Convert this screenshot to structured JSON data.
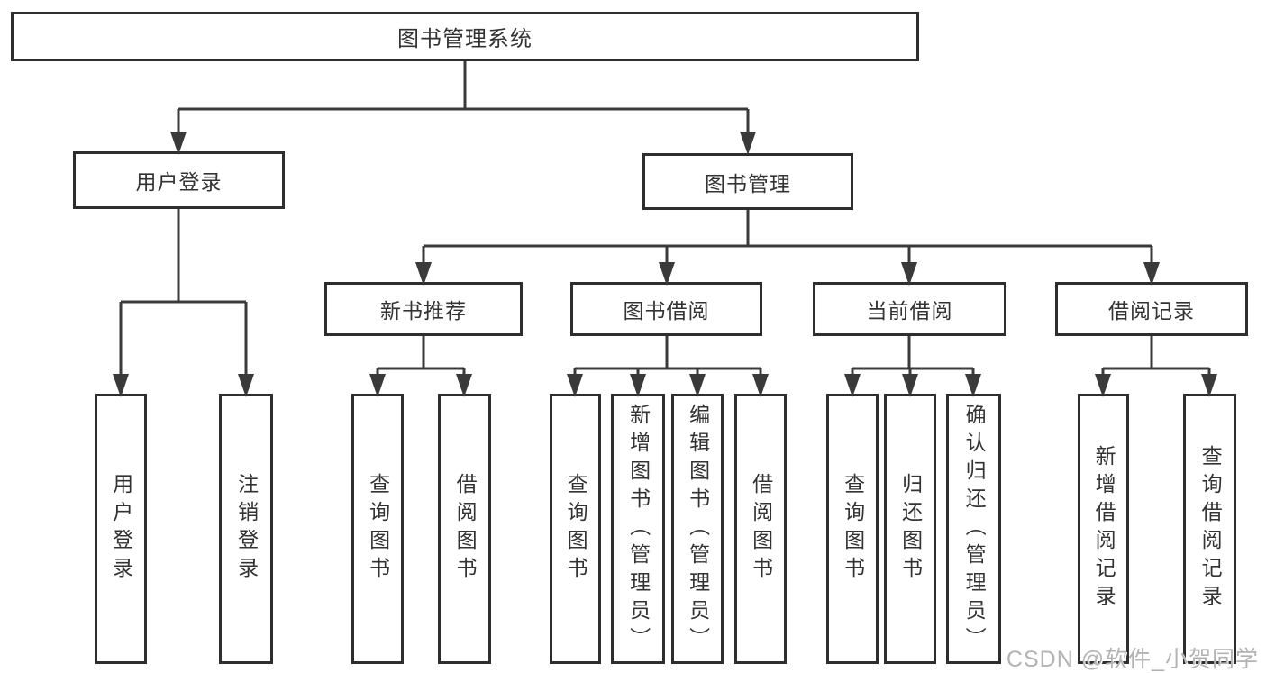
{
  "diagram": {
    "root": {
      "label": "图书管理系统"
    },
    "level2": [
      {
        "label": "用户登录"
      },
      {
        "label": "图书管理"
      }
    ],
    "level3": [
      {
        "label": "新书推荐"
      },
      {
        "label": "图书借阅"
      },
      {
        "label": "当前借阅"
      },
      {
        "label": "借阅记录"
      }
    ],
    "leaves": {
      "user": [
        "用户登录",
        "注销登录"
      ],
      "recommend": [
        "查询图书",
        "借阅图书"
      ],
      "borrow": [
        "查询图书",
        "新增图书（管理员）",
        "编辑图书（管理员）",
        "借阅图书"
      ],
      "current": [
        "查询图书",
        "归还图书",
        "确认归还（管理员）"
      ],
      "records": [
        "新增借阅记录",
        "查询借阅记录"
      ]
    }
  },
  "watermark": {
    "text": "CSDN @软件_小贺同学"
  },
  "colors": {
    "line": "#3a3a3a",
    "border": "#2e2e2e",
    "text": "#333333",
    "watermark": "#b3b3b3",
    "background": "#ffffff"
  }
}
